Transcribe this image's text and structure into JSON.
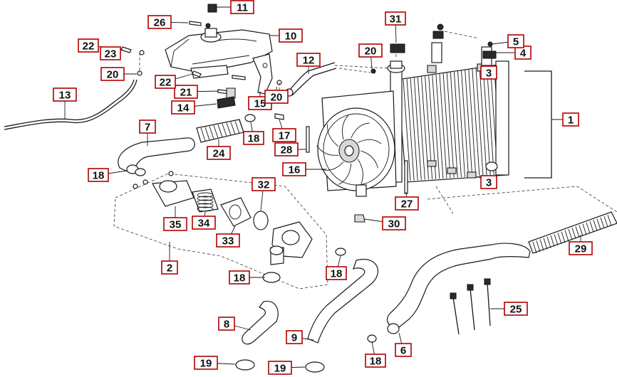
{
  "callouts": [
    {
      "id": "c1",
      "number": "1"
    },
    {
      "id": "c2",
      "number": "2"
    },
    {
      "id": "c3a",
      "number": "3"
    },
    {
      "id": "c3b",
      "number": "3"
    },
    {
      "id": "c4",
      "number": "4"
    },
    {
      "id": "c5",
      "number": "5"
    },
    {
      "id": "c6",
      "number": "6"
    },
    {
      "id": "c7",
      "number": "7"
    },
    {
      "id": "c8",
      "number": "8"
    },
    {
      "id": "c9",
      "number": "9"
    },
    {
      "id": "c10",
      "number": "10"
    },
    {
      "id": "c11",
      "number": "11"
    },
    {
      "id": "c12",
      "number": "12"
    },
    {
      "id": "c13",
      "number": "13"
    },
    {
      "id": "c14",
      "number": "14"
    },
    {
      "id": "c15",
      "number": "15"
    },
    {
      "id": "c16",
      "number": "16"
    },
    {
      "id": "c17",
      "number": "17"
    },
    {
      "id": "c18a",
      "number": "18"
    },
    {
      "id": "c18b",
      "number": "18"
    },
    {
      "id": "c18c",
      "number": "18"
    },
    {
      "id": "c18d",
      "number": "18"
    },
    {
      "id": "c18e",
      "number": "18"
    },
    {
      "id": "c19a",
      "number": "19"
    },
    {
      "id": "c19b",
      "number": "19"
    },
    {
      "id": "c20a",
      "number": "20"
    },
    {
      "id": "c20b",
      "number": "20"
    },
    {
      "id": "c20c",
      "number": "20"
    },
    {
      "id": "c21",
      "number": "21"
    },
    {
      "id": "c22a",
      "number": "22"
    },
    {
      "id": "c22b",
      "number": "22"
    },
    {
      "id": "c23",
      "number": "23"
    },
    {
      "id": "c24",
      "number": "24"
    },
    {
      "id": "c25",
      "number": "25"
    },
    {
      "id": "c26",
      "number": "26"
    },
    {
      "id": "c27",
      "number": "27"
    },
    {
      "id": "c28",
      "number": "28"
    },
    {
      "id": "c29",
      "number": "29"
    },
    {
      "id": "c30",
      "number": "30"
    },
    {
      "id": "c31",
      "number": "31"
    },
    {
      "id": "c32",
      "number": "32"
    },
    {
      "id": "c33",
      "number": "33"
    },
    {
      "id": "c34",
      "number": "34"
    },
    {
      "id": "c35",
      "number": "35"
    }
  ]
}
